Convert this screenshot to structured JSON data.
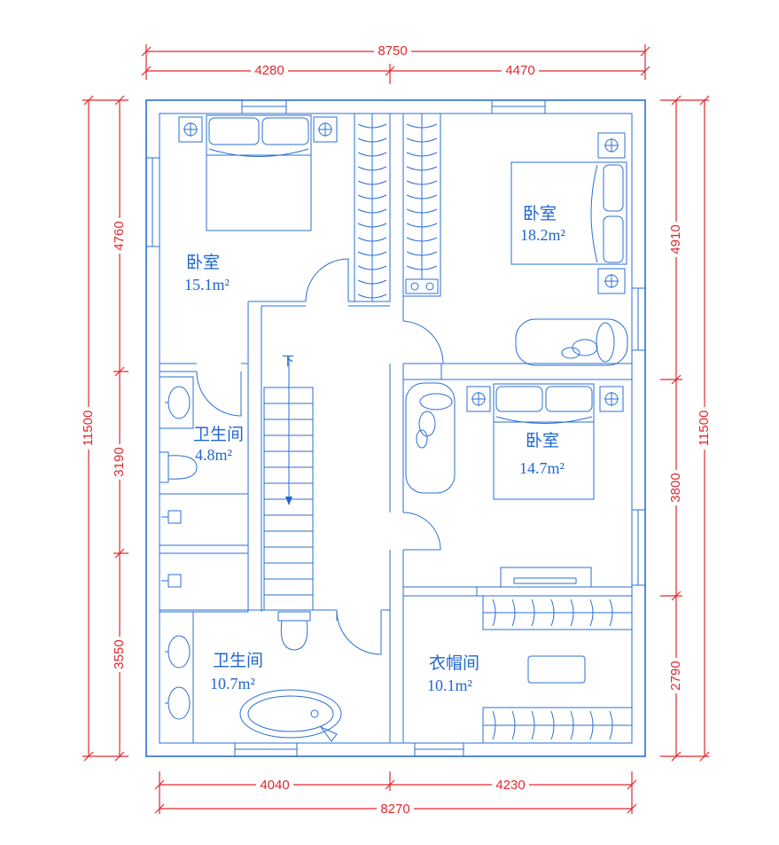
{
  "dimensions": {
    "top_total": "8750",
    "top_left": "4280",
    "top_right": "4470",
    "bottom_left": "4040",
    "bottom_right": "4230",
    "bottom_total": "8270",
    "left_total": "11500",
    "left_top": "4760",
    "left_mid": "3190",
    "left_bottom": "3550",
    "right_total": "11500",
    "right_top": "4910",
    "right_mid": "3800",
    "right_bottom": "2790"
  },
  "rooms": {
    "bedroom_nw": {
      "name": "卧室",
      "area": "15.1m²"
    },
    "bedroom_ne": {
      "name": "卧室",
      "area": "18.2m²"
    },
    "bedroom_e": {
      "name": "卧室",
      "area": "14.7m²"
    },
    "bath_small": {
      "name": "卫生间",
      "area": "4.8m²"
    },
    "bath_large": {
      "name": "卫生间",
      "area": "10.7m²"
    },
    "closet": {
      "name": "衣帽间",
      "area": "10.1m²"
    }
  },
  "stairs": {
    "label": "下"
  },
  "colors": {
    "dimension": "#e0282f",
    "plan": "#2a6fd6",
    "background": "#ffffff"
  }
}
